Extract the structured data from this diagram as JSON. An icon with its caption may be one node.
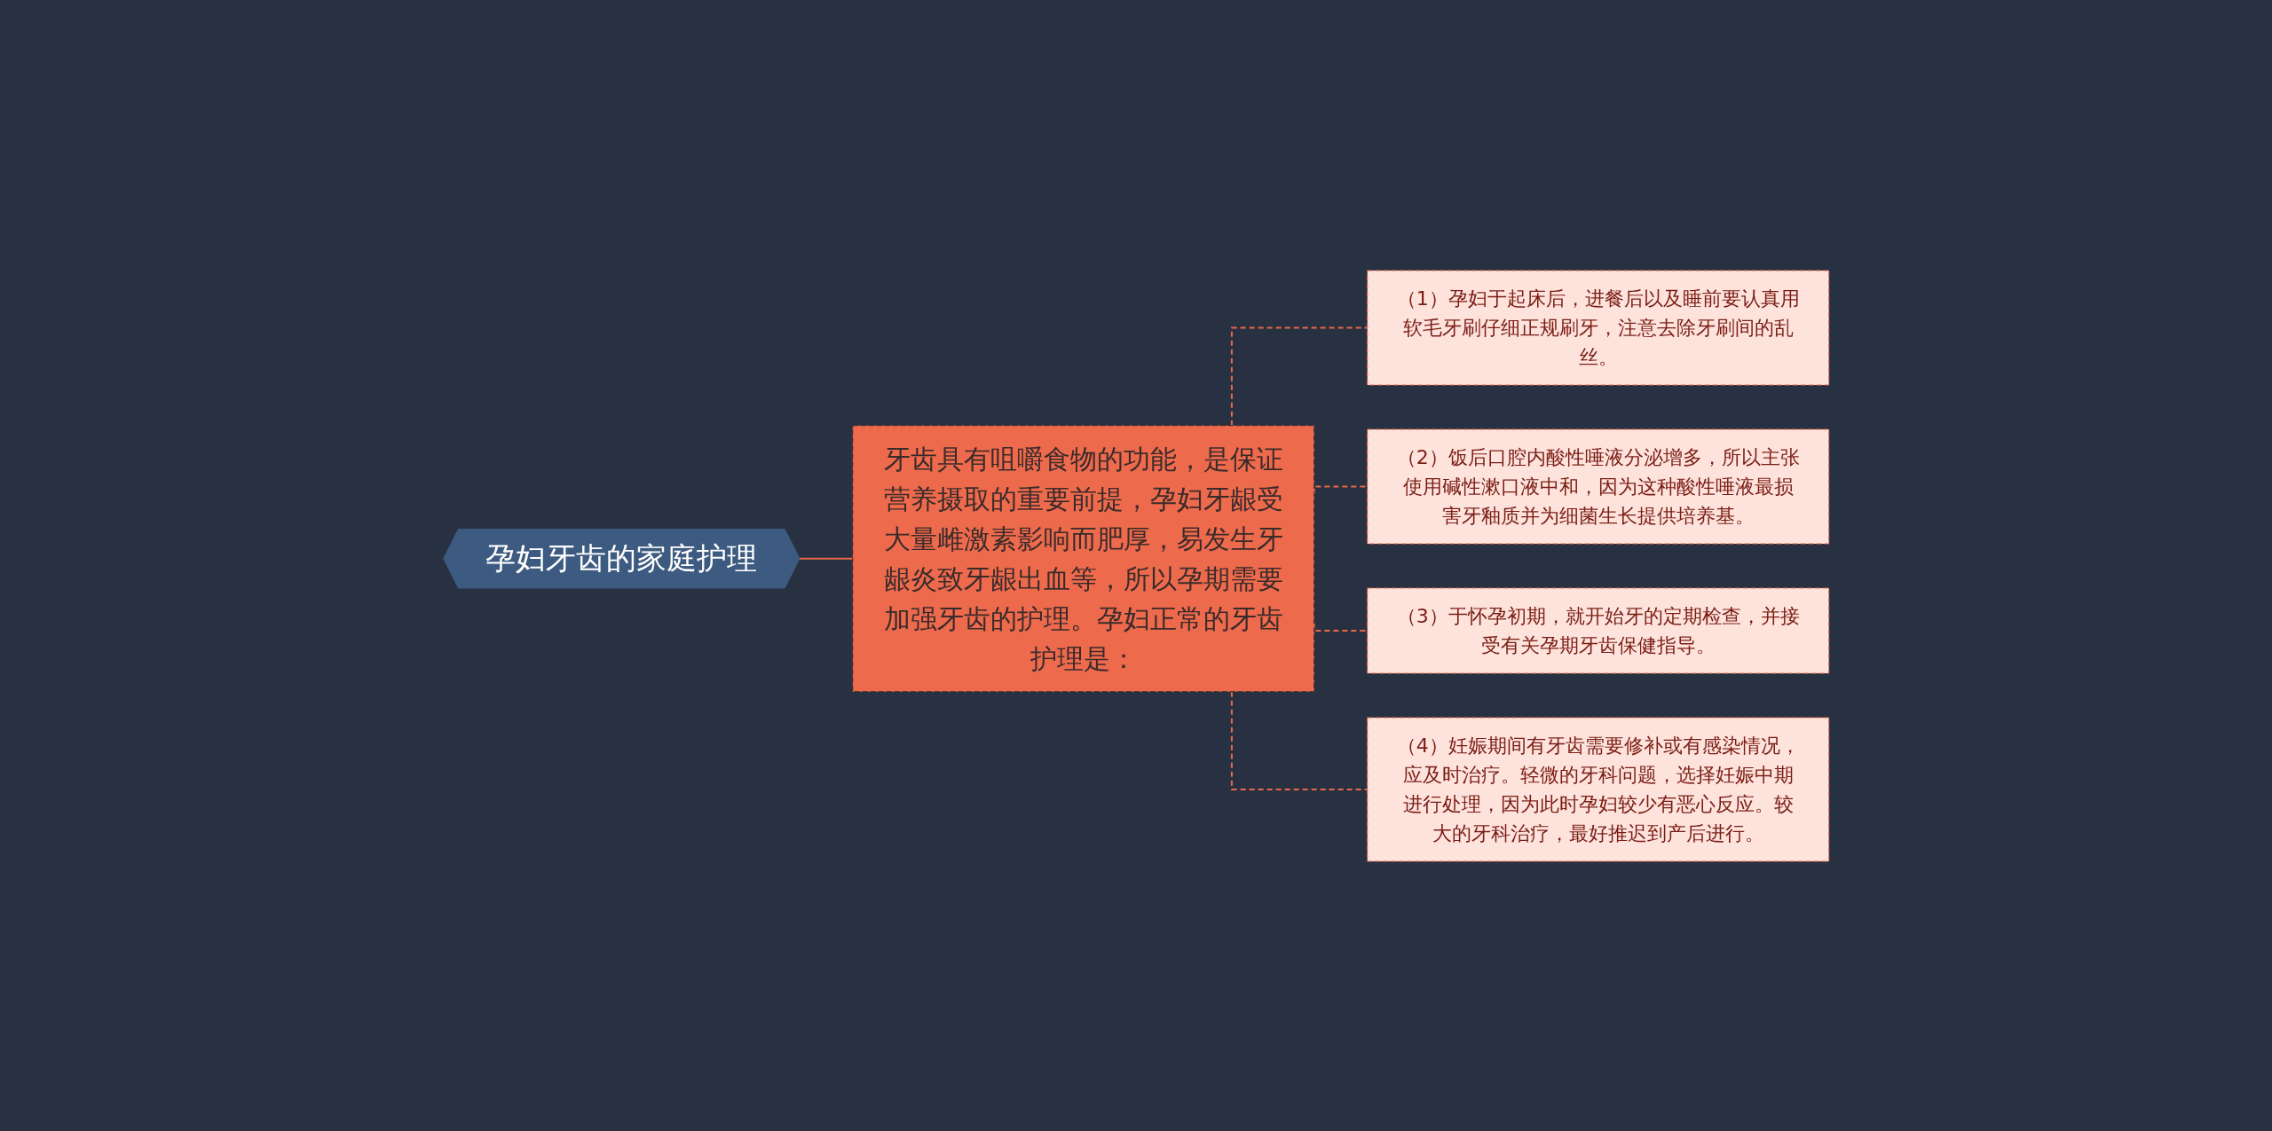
{
  "diagram": {
    "nodes": [
      {
        "text": [
          "孕妇牙齿的家庭护理"
        ]
      },
      {
        "text": [
          "牙齿具有咀嚼食物的功能，是保证营养摄取的重要前提，孕妇牙龈受大量雌激素影响而肥厚，易发生牙龈炎致牙龈出血等，所以孕期需要加强牙齿的护理。孕妇正常的牙齿护理是："
        ]
      },
      {
        "text": [
          "（1）孕妇于起床后，进餐后以及睡前要认真用软毛牙刷仔细正规刷牙，注意去除牙刷间的乱丝。"
        ]
      },
      {
        "text": [
          "（2）饭后口腔内酸性唾液分泌增多，所以主张使用碱性漱口液中和，因为这种酸性唾液最损害牙釉质并为细菌生长提供培养基。"
        ]
      },
      {
        "text": [
          "（3）于怀孕初期，就开始牙的定期检查，并接受有关孕期牙齿保健指导。"
        ]
      },
      {
        "text": [
          "（4）妊娠期间有牙齿需要修补或有感染情况，应及时治疗。轻微的牙科问题，选择妊娠中期进行处理，因为此时孕妇较少有恶心反应。较大的牙科治疗，最好推迟到产后进行。"
        ]
      }
    ],
    "edges": [
      {
        "from": 0,
        "to": 1,
        "arrow": "none"
      },
      {
        "from": 1,
        "to": 2,
        "arrow": "none",
        "style": "dashed"
      },
      {
        "from": 1,
        "to": 3,
        "arrow": "none",
        "style": "dashed"
      },
      {
        "from": 1,
        "to": 4,
        "arrow": "none",
        "style": "dashed"
      },
      {
        "from": 1,
        "to": 5,
        "arrow": "none",
        "style": "dashed"
      }
    ]
  }
}
